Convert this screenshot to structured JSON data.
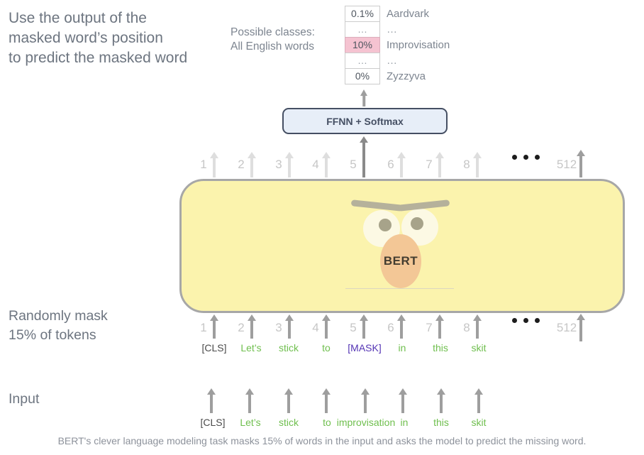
{
  "colors": {
    "green": "#6fbf4e",
    "purple": "#5434b4",
    "dark_token": "#4a4a4a",
    "pink_highlight": "#f5c3d1",
    "bert_yellow": "#fbf3ad",
    "bert_border": "#a7a7a7",
    "ffnn_fill": "#e7eef8",
    "ffnn_border": "#454f63",
    "note_gray": "#6d7580",
    "label_gray": "#7d8590",
    "number_gray": "#c6c6c6",
    "arrow_light": "#dedede",
    "arrow_med": "#9e9e9e",
    "arrow_strong": "#8a8a8a",
    "caption_gray": "#8d929b",
    "nose_orange": "#f3c796",
    "brow_gray": "#b5b19b",
    "eye_cream": "#fcf9e4",
    "pupil_olive": "#a7a38a"
  },
  "annotations": {
    "output_note": "Use the output of the\nmasked word’s position\nto predict the masked word",
    "classes_note": "Possible classes:\nAll English words",
    "mask_note": "Randomly mask\n15% of tokens",
    "input_label": "Input",
    "caption": "BERT's clever language modeling task masks 15% of words in the input and asks the model to predict the missing word."
  },
  "classes_table": {
    "rows": [
      {
        "value": "0.1%",
        "label": "Aardvark",
        "highlight": false,
        "muted": false
      },
      {
        "value": "…",
        "label": "…",
        "highlight": false,
        "muted": true
      },
      {
        "value": "10%",
        "label": "Improvisation",
        "highlight": true,
        "muted": false
      },
      {
        "value": "…",
        "label": "…",
        "highlight": false,
        "muted": true
      },
      {
        "value": "0%",
        "label": "Zyzzyva",
        "highlight": false,
        "muted": false
      }
    ]
  },
  "ffnn_box": {
    "label": "FFNN + Softmax"
  },
  "bert": {
    "label": "BERT"
  },
  "positions": {
    "numbers": [
      "1",
      "2",
      "3",
      "4",
      "5",
      "6",
      "7",
      "8"
    ],
    "last": "512"
  },
  "masked_tokens": [
    {
      "text": "[CLS]",
      "color": "dark"
    },
    {
      "text": "Let’s",
      "color": "green"
    },
    {
      "text": "stick",
      "color": "green"
    },
    {
      "text": "to",
      "color": "green"
    },
    {
      "text": "[MASK]",
      "color": "purple"
    },
    {
      "text": "in",
      "color": "green"
    },
    {
      "text": "this",
      "color": "green"
    },
    {
      "text": "skit",
      "color": "green"
    }
  ],
  "input_tokens": [
    {
      "text": "[CLS]",
      "color": "dark"
    },
    {
      "text": "Let’s",
      "color": "green"
    },
    {
      "text": "stick",
      "color": "green"
    },
    {
      "text": "to",
      "color": "green"
    },
    {
      "text": "improvisation",
      "color": "green"
    },
    {
      "text": "in",
      "color": "green"
    },
    {
      "text": "this",
      "color": "green"
    },
    {
      "text": "skit",
      "color": "green"
    }
  ]
}
